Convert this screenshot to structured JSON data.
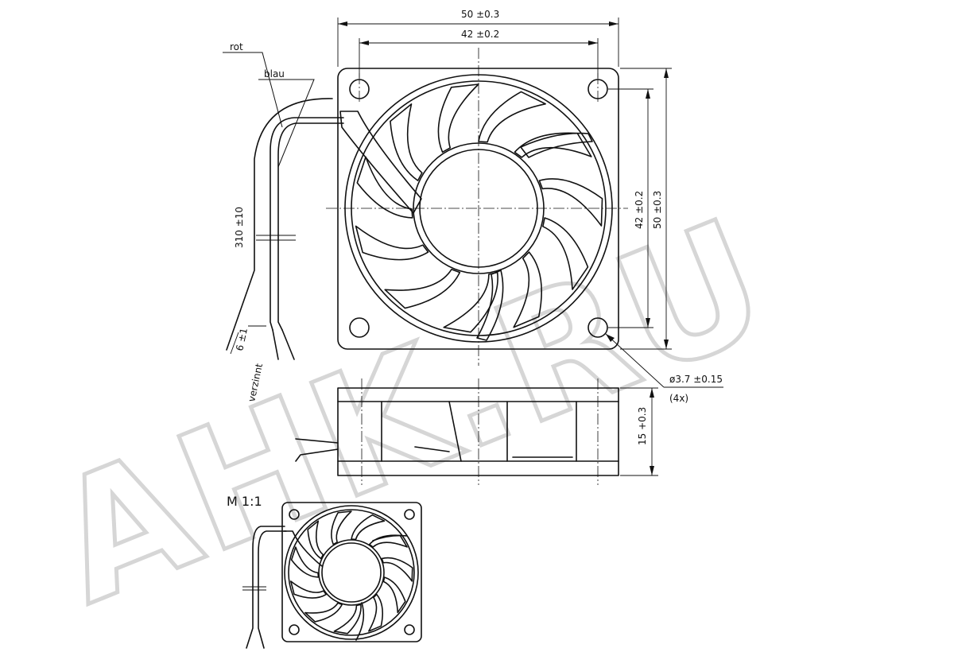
{
  "watermark": "AHK.RU",
  "labels": {
    "wire_red": "rot",
    "wire_blue": "blau",
    "tinned": "verzinnt",
    "scale": "M  1:1",
    "hole_count": "(4x)"
  },
  "dimensions": {
    "width_overall": "50 ±0.3",
    "width_holes": "42 ±0.2",
    "height_holes": "42 ±0.2",
    "height_overall": "50 ±0.3",
    "cable_length": "310 ±10",
    "strip_length": "6 ±1",
    "hole_diameter": "ø3.7  ±0.15",
    "depth": "15 +0.3"
  },
  "colors": {
    "line": "#111111",
    "watermark": "#d6d6d6",
    "background": "#ffffff"
  }
}
